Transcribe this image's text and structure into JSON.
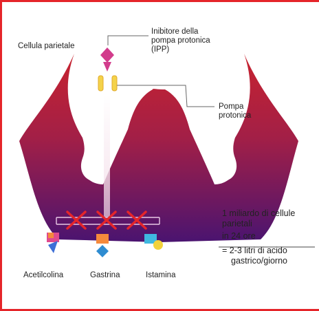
{
  "labels": {
    "cell": "Cellula parietale",
    "ipp_line1": "Inibitore della",
    "ipp_line2": "pompa protonica",
    "ipp_line3": "(IPP)",
    "pump_line1": "Pompa",
    "pump_line2": "protonica",
    "receptor_acetylcholine": "Acetilcolina",
    "receptor_gastrin": "Gastrina",
    "receptor_histamine": "Istamina"
  },
  "note": {
    "line1": "1 miliardo di cellule",
    "line2": "parietali",
    "line3": "in 24 ore",
    "line4": "= 2-3 litri di acido",
    "line5": "gastrico/giorno"
  },
  "colors": {
    "frame": "#e5252a",
    "cell_top": "#c8232f",
    "cell_bottom": "#4a1470",
    "inhibitor": "#d23c8c",
    "pump": "#f4d24a",
    "x_mark": "#e5252a"
  }
}
